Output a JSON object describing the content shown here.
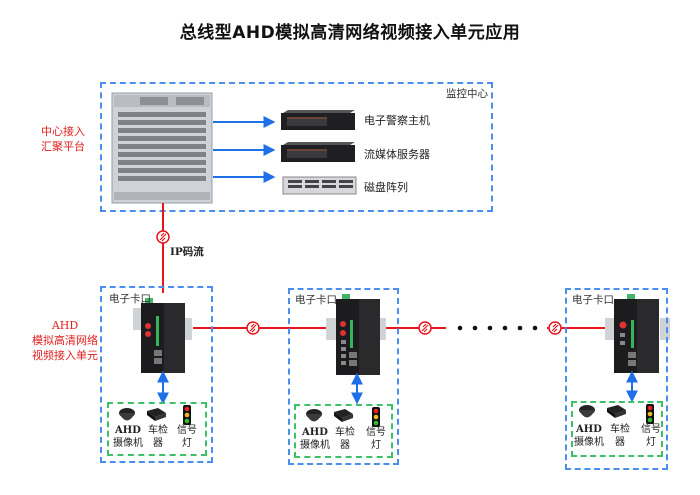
{
  "title": "总线型AHD模拟高清网络视频接入单元应用",
  "center": {
    "box_label": "监控中心",
    "side_label": [
      "中心接入",
      "汇聚平台"
    ],
    "servers": [
      {
        "label": "电子警察主机",
        "icon": "rack-server-icon"
      },
      {
        "label": "流媒体服务器",
        "icon": "rack-server-icon"
      },
      {
        "label": "磁盘阵列",
        "icon": "disk-array-icon"
      }
    ],
    "link_label": "IP码流"
  },
  "unit_label": [
    "AHD",
    "模拟高清网络",
    "视频接入单元"
  ],
  "checkpoints": [
    {
      "label": "电子卡口",
      "devices": [
        {
          "label": [
            "AHD",
            "摄像机"
          ],
          "icon": "dome-camera-icon"
        },
        {
          "label": [
            "车检",
            "器"
          ],
          "icon": "vehicle-detector-icon"
        },
        {
          "label": [
            "信号",
            "灯"
          ],
          "icon": "traffic-light-icon"
        }
      ]
    },
    {
      "label": "电子卡口",
      "devices": [
        {
          "label": [
            "AHD",
            "摄像机"
          ],
          "icon": "dome-camera-icon"
        },
        {
          "label": [
            "车检",
            "器"
          ],
          "icon": "vehicle-detector-icon"
        },
        {
          "label": [
            "信号",
            "灯"
          ],
          "icon": "traffic-light-icon"
        }
      ]
    },
    {
      "label": "电子卡口",
      "devices": [
        {
          "label": [
            "AHD",
            "摄像机"
          ],
          "icon": "dome-camera-icon"
        },
        {
          "label": [
            "车检",
            "器"
          ],
          "icon": "vehicle-detector-icon"
        },
        {
          "label": [
            "信号",
            "灯"
          ],
          "icon": "traffic-light-icon"
        }
      ]
    }
  ],
  "colors": {
    "link_red": "#e8141c",
    "arrow_blue": "#1e6fe8",
    "box_blue": "#4a8ff0",
    "box_green": "#3cc06a"
  }
}
